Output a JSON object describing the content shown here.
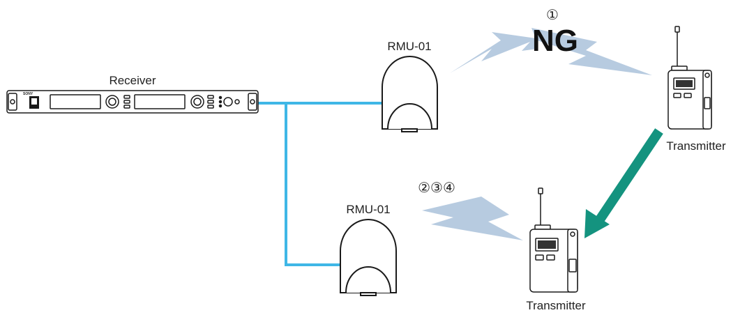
{
  "colors": {
    "cable": "#3fb7e6",
    "signal": "#b7cbe0",
    "arrow": "#14937f",
    "outline": "#1a1a1a",
    "fill": "#ffffff",
    "text": "#222222"
  },
  "receiver": {
    "label": "Receiver",
    "brand": "SONY"
  },
  "antennas": [
    {
      "label": "RMU-01"
    },
    {
      "label": "RMU-01"
    }
  ],
  "transmitters": [
    {
      "label": "Transmitter"
    },
    {
      "label": "Transmitter"
    }
  ],
  "signals": [
    {
      "marker": "①",
      "status": "NG"
    },
    {
      "marker": "②③④"
    }
  ],
  "icons": {
    "movement_arrow": "arrow-down-left-icon",
    "signal": "lightning-signal-icon"
  }
}
